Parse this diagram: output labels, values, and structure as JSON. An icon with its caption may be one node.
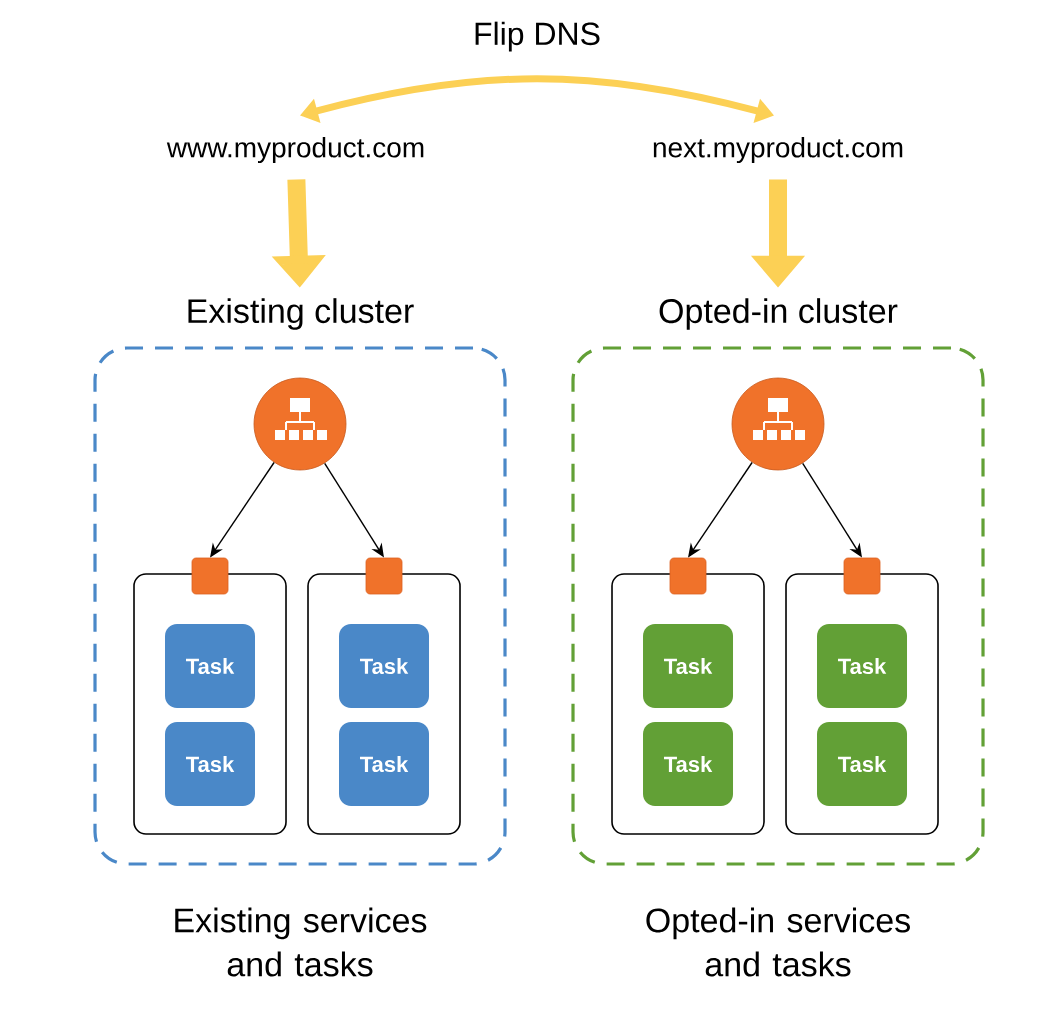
{
  "diagram": {
    "nodes": [
      {
        "text": [
          "www.myproduct.com"
        ]
      },
      {
        "text": [
          "next.myproduct.com"
        ]
      },
      {
        "text": [
          "Existing cluster"
        ],
        "beside": [
          "Existing services and tasks"
        ]
      },
      {
        "text": [],
        "shape": "circle",
        "in": 2
      },
      {
        "text": [],
        "shape": "box",
        "in": 2
      },
      {
        "text": [],
        "shape": "box",
        "in": 2
      },
      {
        "text": [
          "Task"
        ],
        "in": 4
      },
      {
        "text": [
          "Task"
        ],
        "in": 4
      },
      {
        "text": [],
        "shape": "box",
        "in": 2
      },
      {
        "text": [],
        "shape": "box",
        "in": 2
      },
      {
        "text": [
          "Task"
        ],
        "in": 8
      },
      {
        "text": [
          "Task"
        ],
        "in": 8
      },
      {
        "text": [
          "Opted-in cluster"
        ],
        "beside": [
          "Opted-in services and tasks"
        ]
      },
      {
        "text": [],
        "shape": "circle",
        "in": 12
      },
      {
        "text": [],
        "shape": "box",
        "in": 12
      },
      {
        "text": [],
        "shape": "box",
        "in": 12
      },
      {
        "text": [
          "Task"
        ],
        "in": 14
      },
      {
        "text": [
          "Task"
        ],
        "in": 14
      },
      {
        "text": [],
        "shape": "box",
        "in": 12
      },
      {
        "text": [],
        "shape": "box",
        "in": 12
      },
      {
        "text": [
          "Task"
        ],
        "in": 18
      },
      {
        "text": [
          "Task"
        ],
        "in": 18
      }
    ],
    "edges": [
      {
        "from": 0,
        "to": 1,
        "arrow": "both",
        "label": "Flip DNS",
        "style": "thick",
        "color": "#fcd055"
      },
      {
        "from": 0,
        "to": 2,
        "arrow": "to",
        "style": "thick",
        "color": "#fcd055"
      },
      {
        "from": 1,
        "to": 12,
        "arrow": "to",
        "style": "thick",
        "color": "#fcd055"
      },
      {
        "from": 3,
        "to": 5,
        "arrow": "to"
      },
      {
        "from": 3,
        "to": 9,
        "arrow": "to"
      },
      {
        "from": 13,
        "to": 15,
        "arrow": "to"
      },
      {
        "from": 13,
        "to": 19,
        "arrow": "to"
      }
    ]
  }
}
